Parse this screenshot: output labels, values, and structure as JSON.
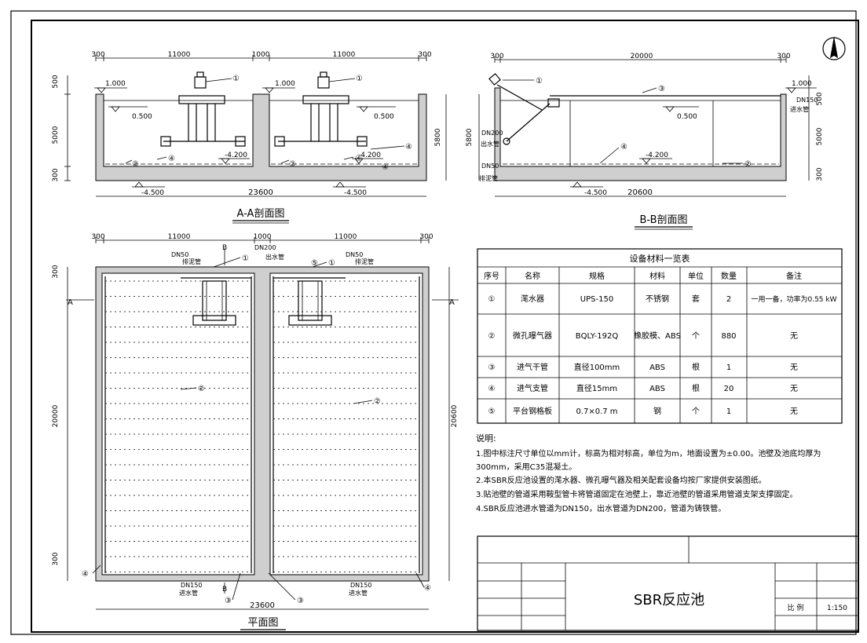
{
  "section_aa": {
    "title": "A-A剖面图",
    "dims_top": [
      "300",
      "11000",
      "1000",
      "11000",
      "300"
    ],
    "dims_left": [
      "500",
      "5000",
      "300"
    ],
    "dim_right": "5800",
    "dim_bottom": "23600",
    "levels": [
      "1.000",
      "1.000",
      "0.500",
      "0.500",
      "-4.200",
      "-4.200",
      "-4.500",
      "-4.500"
    ],
    "callouts": [
      "①",
      "①",
      "②",
      "②",
      "④",
      "④",
      "④",
      "④"
    ]
  },
  "section_bb": {
    "title": "B-B剖面图",
    "dims_top": [
      "300",
      "20000",
      "300"
    ],
    "dims_left": [
      "5800"
    ],
    "dims_right": [
      "500",
      "5000",
      "300"
    ],
    "dim_bottom": "20600",
    "levels": [
      "1.000",
      "0.500",
      "-4.200",
      "-4.500"
    ],
    "pipe_labels": [
      "DN200",
      "出水管",
      "DN50",
      "排泥管",
      "DN150",
      "进水管"
    ],
    "callouts": [
      "①",
      "③",
      "④",
      "②"
    ]
  },
  "plan": {
    "title": "平面图",
    "dims_top": [
      "300",
      "11000",
      "1000",
      "11000",
      "300"
    ],
    "dims_left": [
      "300",
      "20000",
      "300"
    ],
    "dim_right": "20600",
    "dim_bottom": "23600",
    "section_marks": [
      "A",
      "A",
      "B",
      "B"
    ],
    "pipe_labels": [
      "DN50",
      "排泥管",
      "DN200",
      "出水管",
      "DN50",
      "排泥管",
      "DN150",
      "进水管",
      "DN150",
      "进水管"
    ],
    "callouts": [
      "①",
      "⑤",
      "①",
      "②",
      "②",
      "④",
      "④",
      "③",
      "③"
    ]
  },
  "equipment_table": {
    "title": "设备材料一览表",
    "headers": [
      "序号",
      "名称",
      "规格",
      "材料",
      "单位",
      "数量",
      "备注"
    ],
    "rows": [
      [
        "①",
        "滗水器",
        "UPS-150",
        "不锈钢",
        "套",
        "2",
        "一用一备，功率为0.55 kW"
      ],
      [
        "②",
        "微孔曝气器",
        "BQLY-192Q",
        "橡胶模、ABS",
        "个",
        "880",
        "无"
      ],
      [
        "③",
        "进气干管",
        "直径100mm",
        "ABS",
        "根",
        "1",
        "无"
      ],
      [
        "④",
        "进气支管",
        "直径15mm",
        "ABS",
        "根",
        "20",
        "无"
      ],
      [
        "⑤",
        "平台钢格板",
        "0.7×0.7 m",
        "钢",
        "个",
        "1",
        "无"
      ]
    ]
  },
  "notes": {
    "heading": "说明:",
    "lines": [
      "1.图中标注尺寸单位以mm计，标高为相对标高，单位为m，地面设置为±0.00。池壁及池底均厚为",
      "300mm，采用C35混凝土。",
      "2.本SBR反应池设置的滗水器、微孔曝气器及相关配套设备均按厂家提供安装图纸。",
      "3.贴池壁的管道采用鞍型管卡将管道固定在池壁上，靠近池壁的管道采用管道支架支撑固定。",
      "4.SBR反应池进水管道为DN150，出水管道为DN200，管道为铸铁管。"
    ]
  },
  "title_block": {
    "drawing_name": "SBR反应池",
    "scale_label": "比 例",
    "scale_value": "1:150"
  }
}
